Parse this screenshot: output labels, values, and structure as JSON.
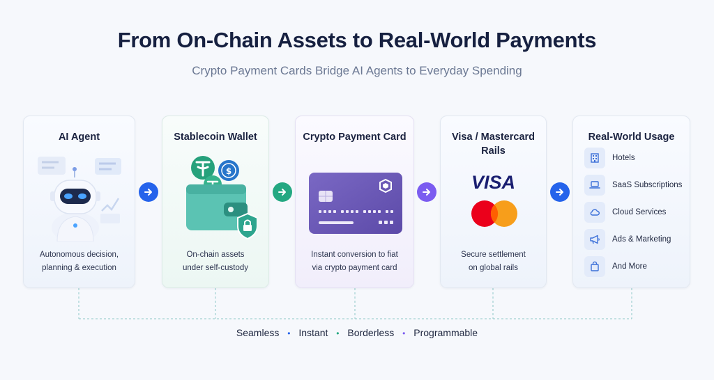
{
  "header": {
    "title": "From On-Chain Assets to Real-World Payments",
    "subtitle": "Crypto Payment Cards Bridge AI Agents to Everyday Spending"
  },
  "steps": [
    {
      "title": "AI Agent",
      "desc": "Autonomous decision,\nplanning & execution"
    },
    {
      "title": "Stablecoin Wallet",
      "desc": "On-chain assets\nunder self-custody"
    },
    {
      "title": "Crypto Payment Card",
      "desc": "Instant conversion to fiat\nvia crypto payment card"
    },
    {
      "title": "Visa / Mastercard\nRails",
      "desc": "Secure settlement\non global rails",
      "visa_logo_text": "VISA"
    },
    {
      "title": "Real-World Usage"
    }
  ],
  "usage_items": [
    {
      "label": "Hotels",
      "icon": "building-icon"
    },
    {
      "label": "SaaS Subscriptions",
      "icon": "laptop-icon"
    },
    {
      "label": "Cloud Services",
      "icon": "cloud-icon"
    },
    {
      "label": "Ads & Marketing",
      "icon": "megaphone-icon"
    },
    {
      "label": "And More",
      "icon": "shopping-bag-icon"
    }
  ],
  "footer": {
    "items": [
      "Seamless",
      "Instant",
      "Borderless",
      "Programmable"
    ]
  },
  "colors": {
    "arrow_blue": "#2563eb",
    "arrow_green": "#24a882",
    "arrow_purple": "#7b5cf0",
    "card_purple": "#6e5bb8",
    "tether_green": "#26a17b",
    "usdc_blue": "#2775ca",
    "visa_blue": "#1a1f71",
    "mc_red": "#eb001b",
    "mc_orange": "#f79e1b"
  }
}
